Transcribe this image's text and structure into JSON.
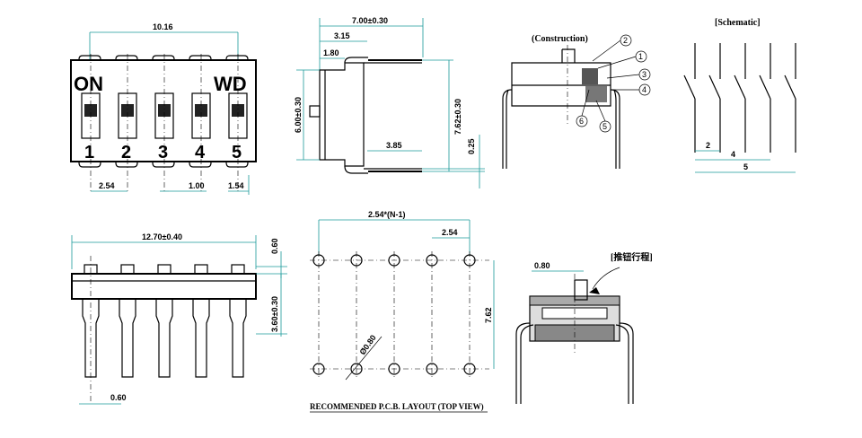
{
  "views": {
    "front": {
      "overall_width": "10.16",
      "on_label": "ON",
      "wd_label": "WD",
      "switch_numbers": [
        "1",
        "2",
        "3",
        "4",
        "5"
      ],
      "pitch": "2.54",
      "slot": "1.00",
      "pin_width": "1.54"
    },
    "side": {
      "width": "7.00±0.30",
      "d1": "3.15",
      "d2": "1.80",
      "height": "6.00±0.30",
      "body": "3.85",
      "span": "7.62±0.30",
      "standoff": "0.25"
    },
    "construction": {
      "title": "(Construction)",
      "callouts": [
        "1",
        "2",
        "3",
        "4",
        "5",
        "6"
      ]
    },
    "schematic": {
      "title": "[Schematic]",
      "d1": "2",
      "d2": "4",
      "d3": "5"
    },
    "bottom": {
      "length": "12.70±0.40",
      "top": "0.60",
      "pin_len": "3.60±0.30",
      "pin_w": "0.60"
    },
    "pcb": {
      "pitch_formula": "2.54*(N-1)",
      "pitch": "2.54",
      "row_spacing": "7.62",
      "hole": "Ø0.80",
      "caption": "RECOMMENDED P.C.B. LAYOUT (TOP VIEW)"
    },
    "stroke": {
      "label": "[推钮行程]",
      "value": "0.80"
    }
  }
}
